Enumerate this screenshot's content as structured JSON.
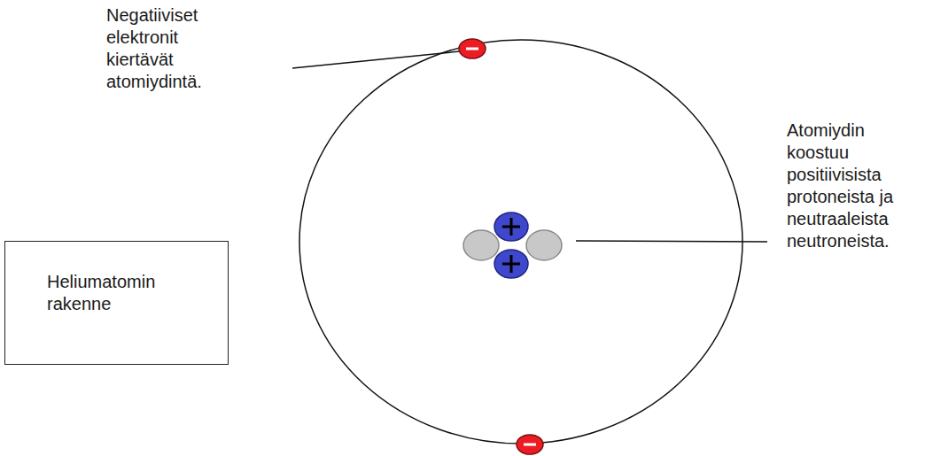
{
  "diagram": {
    "nodes": [
      {
        "text": [
          "Heliumatomin rakenne"
        ]
      }
    ],
    "labels": [
      "Negatiiviset elektronit kiertävät atomiydintä.",
      "Atomiydin koostuu positiivisista protoneista ja neutraaleista neutroneista."
    ]
  }
}
